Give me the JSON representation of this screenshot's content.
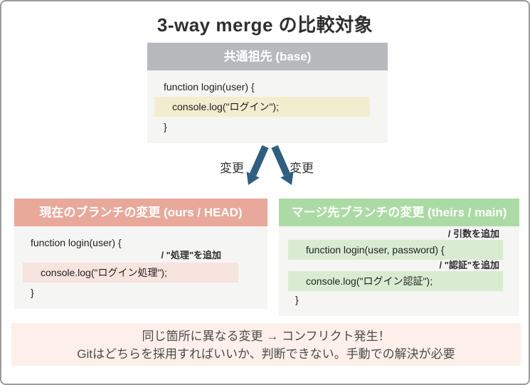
{
  "title": "3-way merge の比較対象",
  "base_box": {
    "header": "共通祖先 (base)",
    "line1": "function login(user) {",
    "highlight": "console.log(\"ログイン\");",
    "line3": "}"
  },
  "arrows": {
    "left_label": "変更",
    "right_label": "変更"
  },
  "ours_box": {
    "header": "現在のブランチの変更 (ours / HEAD)",
    "line1": "function login(user) {",
    "annotation": "/ \"処理\"を追加",
    "highlight": "console.log(\"ログイン処理\");",
    "line3": "}"
  },
  "theirs_box": {
    "header": "マージ先ブランチの変更 (theirs / main)",
    "annotation1": "/ 引数を追加",
    "highlight1": "function login(user, password) {",
    "annotation2": "/ \"認証\"を追加",
    "highlight2": "console.log(\"ログイン認証\");",
    "line3": "}"
  },
  "note": {
    "line1": "同じ箇所に異なる変更 → コンフリクト発生！",
    "line2": "Gitはどちらを採用すればいいか、判断できない。手動での解決が必要"
  },
  "colors": {
    "base_header": "#b7babd",
    "ours_header": "#e8a89a",
    "theirs_header": "#abdba4",
    "base_highlight": "#f2edce",
    "ours_highlight": "#f7e4df",
    "theirs_highlight": "#d9ecd1",
    "arrow": "#2e5f81",
    "note_bg": "#fdf0ea",
    "code_bg": "#f5f5f4"
  }
}
